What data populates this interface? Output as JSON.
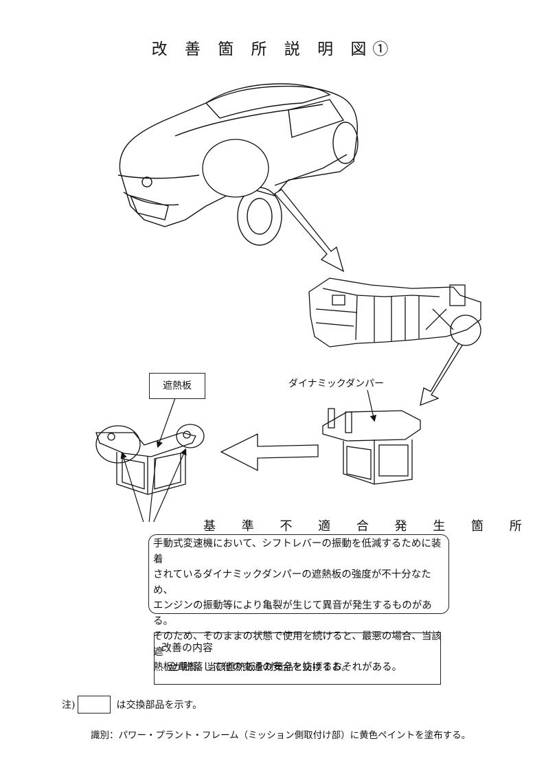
{
  "title": "改 善 箇 所 説 明 図①",
  "labels": {
    "heat_shield": "遮熱板",
    "dynamic_damper": "ダイナミックダンパー"
  },
  "nonconformance": {
    "title": "基 準 不 適 合 発 生 箇 所",
    "lines": [
      "手動式変速機において、シフトレバーの振動を低減するために装着",
      "されているダイナミックダンパーの遮熱板の強度が不十分なため、",
      "エンジンの振動等により亀裂が生じて異音が発生するものがある。",
      "そのため、そのままの状態で使用を続けると、最悪の場合、当該遮",
      "熱板が脱落して他の交通の安全を妨げるおそれがある。"
    ]
  },
  "improvement": {
    "title": "改善の内容",
    "text": "全車両、当該遮熱板を対策品と交換する。"
  },
  "note": {
    "prefix": "注)",
    "suffix": "は交換部品を示す。"
  },
  "identification": "識別：パワー・プラント・フレーム（ミッション側取付け部）に黄色ペイントを塗布する。"
}
